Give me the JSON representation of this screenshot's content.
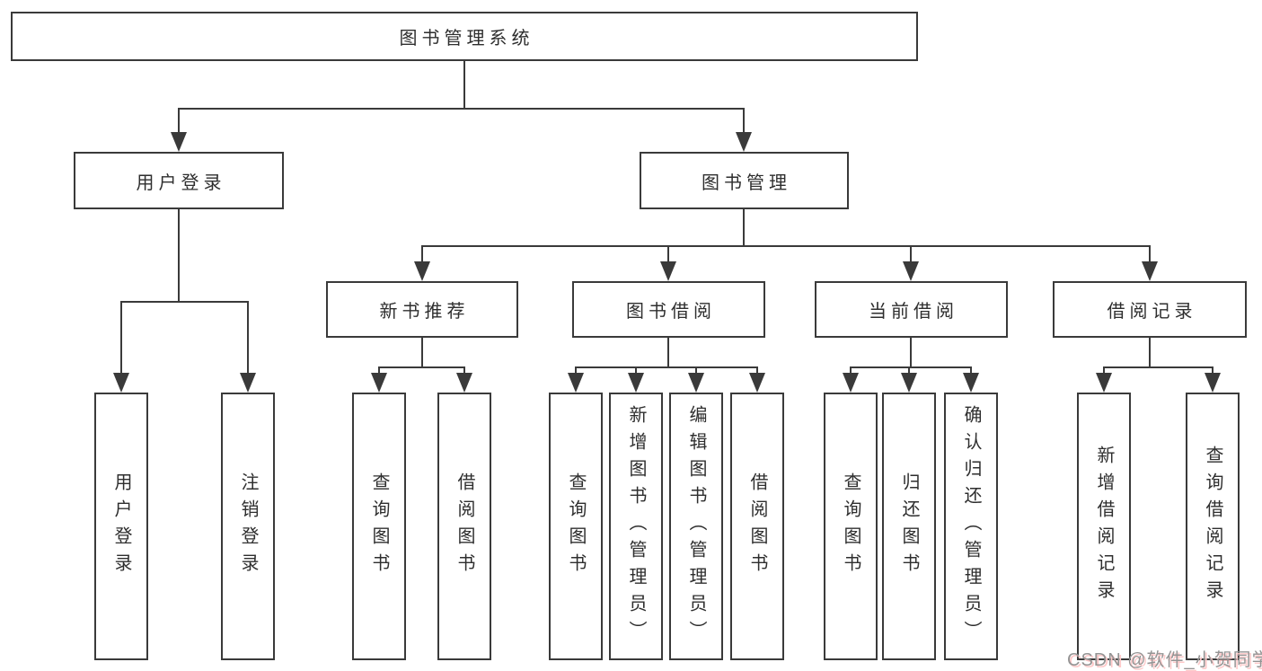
{
  "diagram_type": "functional-structure-tree",
  "tree": {
    "label": "图书管理系统",
    "children": [
      {
        "label": "用户登录",
        "children": [
          {
            "label": "用户登录"
          },
          {
            "label": "注销登录"
          }
        ]
      },
      {
        "label": "图书管理",
        "children": [
          {
            "label": "新书推荐",
            "children": [
              {
                "label": "查询图书"
              },
              {
                "label": "借阅图书"
              }
            ]
          },
          {
            "label": "图书借阅",
            "children": [
              {
                "label": "查询图书"
              },
              {
                "label": "新增图书（管理员）"
              },
              {
                "label": "编辑图书（管理员）"
              },
              {
                "label": "借阅图书"
              }
            ]
          },
          {
            "label": "当前借阅",
            "children": [
              {
                "label": "查询图书"
              },
              {
                "label": "归还图书"
              },
              {
                "label": "确认归还（管理员）"
              }
            ]
          },
          {
            "label": "借阅记录",
            "children": [
              {
                "label": "新增借阅记录"
              },
              {
                "label": "查询借阅记录"
              }
            ]
          }
        ]
      }
    ]
  },
  "watermark": "CSDN @软件_小贺同学",
  "colors": {
    "line": "#3a3a3a",
    "text": "#2e2e2e",
    "background": "#ffffff",
    "watermark": "#949494",
    "watermark_shadow": "#ffc9c9"
  }
}
